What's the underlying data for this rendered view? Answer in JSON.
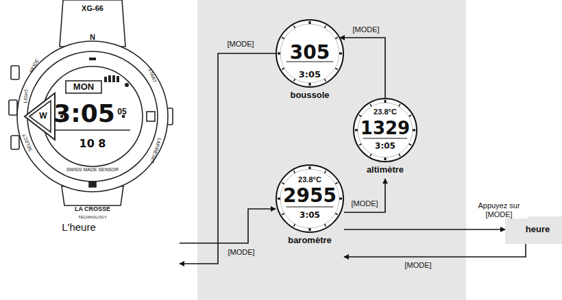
{
  "diagram": {
    "nodes": [
      {
        "text": [
          "L'heure"
        ]
      },
      {
        "text": [
          "305",
          "3:05",
          "boussole"
        ]
      },
      {
        "text": [
          "23.8°C",
          "1329",
          "3:05",
          "altimètre"
        ]
      },
      {
        "text": [
          "23.8°C",
          "2955",
          "3:05",
          "baromètre"
        ]
      },
      {
        "text": [
          "heure"
        ]
      }
    ],
    "edges": [
      {
        "from": 1,
        "to": 0,
        "label": "[MODE]",
        "arrow": "to"
      },
      {
        "from": 0,
        "to": 3,
        "label": "[MODE]",
        "arrow": "to"
      },
      {
        "from": 3,
        "to": 2,
        "label": "[MODE]",
        "arrow": "to"
      },
      {
        "from": 2,
        "to": 1,
        "label": "[MODE]",
        "arrow": "to"
      },
      {
        "from": 3,
        "to": 4,
        "label": "Appuyez sur [MODE]",
        "arrow": "to"
      },
      {
        "from": 4,
        "to": 3,
        "label": "[MODE]",
        "arrow": "to"
      }
    ],
    "labels": [
      "XG-66",
      "N",
      "W",
      "MODE",
      "LIGHT",
      "SELECT",
      "START",
      "LAP/RESET",
      "MON",
      "3:05",
      "05",
      "10 8",
      "SWISS MADE SENSOR",
      "LA CROSSE",
      "TECHNOLOGY"
    ]
  }
}
